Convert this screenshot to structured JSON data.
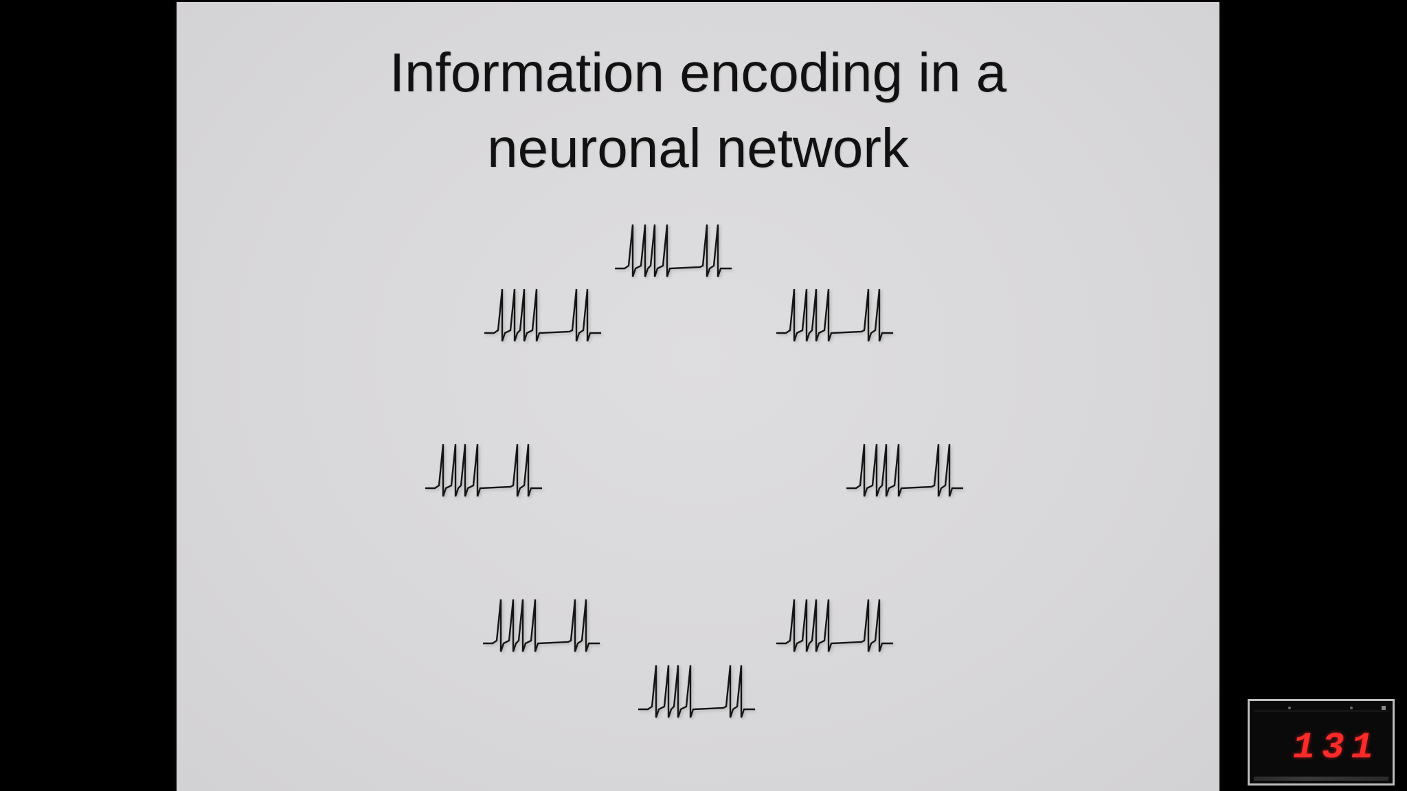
{
  "slide": {
    "title_line1": "Information encoding in a",
    "title_line2": "neuronal network",
    "spike_train_icon": "spike-train-icon",
    "spike_train_count": 8
  },
  "presenter_overlay": {
    "counter": "131",
    "counter_color": "#ff2a2a"
  }
}
